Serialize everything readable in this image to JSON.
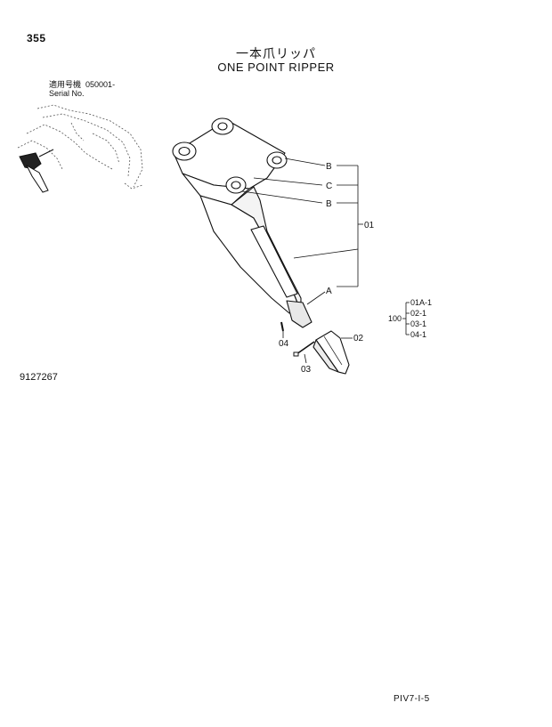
{
  "header": {
    "page_number": "355",
    "title_jp": "一本爪リッパ",
    "title_en": "ONE POINT RIPPER"
  },
  "serial": {
    "label_jp": "適用号機",
    "value": "050001-",
    "label_en": "Serial No."
  },
  "callouts": {
    "b_top": "B",
    "c": "C",
    "b_bottom": "B",
    "a": "A",
    "p01": "01",
    "p02": "02",
    "p03": "03",
    "p04": "04"
  },
  "kit": {
    "number": "100",
    "items": [
      "01A-1",
      "02-1",
      "03-1",
      "04-1"
    ]
  },
  "drawing_number": "9127267",
  "footer_code": "PIV7-I-5"
}
